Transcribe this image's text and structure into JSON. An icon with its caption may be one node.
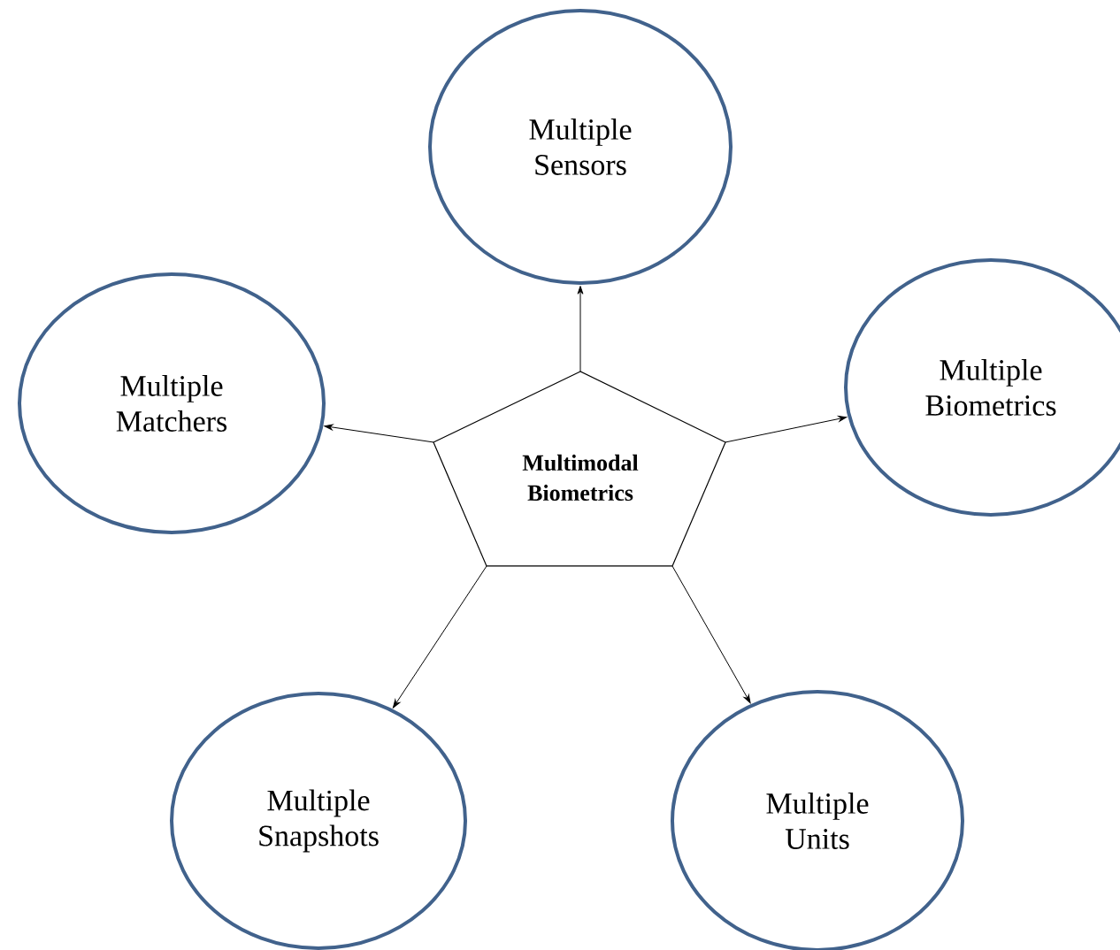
{
  "diagram": {
    "nodes": [
      {
        "text": [
          "**Multimodal Biometrics**"
        ]
      },
      {
        "text": [
          "Multiple Sensors"
        ]
      },
      {
        "text": [
          "Multiple Matchers"
        ]
      },
      {
        "text": [
          "Multiple Biometrics"
        ]
      },
      {
        "text": [
          "Multiple Snapshots"
        ]
      },
      {
        "text": [
          "Multiple Units"
        ]
      }
    ],
    "edges": [
      {
        "from": 0,
        "to": 1,
        "arrow": "to"
      },
      {
        "from": 0,
        "to": 2,
        "arrow": "to"
      },
      {
        "from": 0,
        "to": 3,
        "arrow": "to"
      },
      {
        "from": 0,
        "to": 4,
        "arrow": "to"
      },
      {
        "from": 0,
        "to": 5,
        "arrow": "to"
      }
    ]
  }
}
